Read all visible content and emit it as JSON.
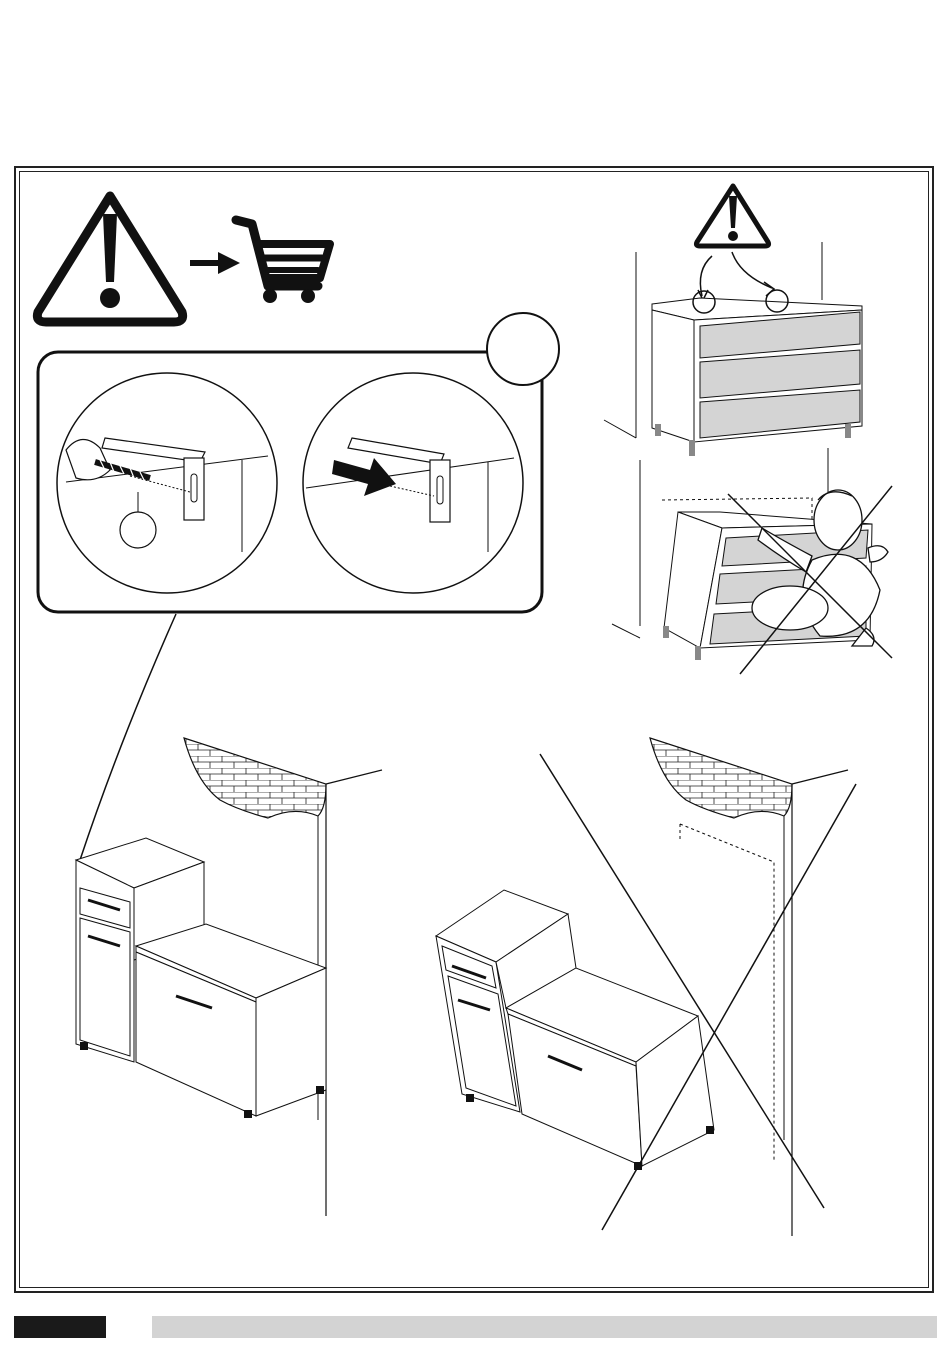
{
  "page": {
    "title": "",
    "step_number": "",
    "page_number": ""
  },
  "colors": {
    "ink": "#1a1a1a",
    "drawer_fill": "#d4d4d4",
    "footer_dark": "#1a1a1a",
    "footer_light": "#d3d3d3"
  },
  "icons": {
    "warning": "warning-triangle-icon",
    "arrow": "arrow-right-icon",
    "cart": "shopping-cart-icon",
    "drill": "drill-icon",
    "push_arrow": "push-arrow-icon"
  },
  "panels": [
    "wall-bracket-detail",
    "anchored-dresser-correct",
    "tipping-dresser-child-prohibited",
    "anchored-bench-cabinet-correct",
    "tipping-bench-cabinet-prohibited"
  ]
}
